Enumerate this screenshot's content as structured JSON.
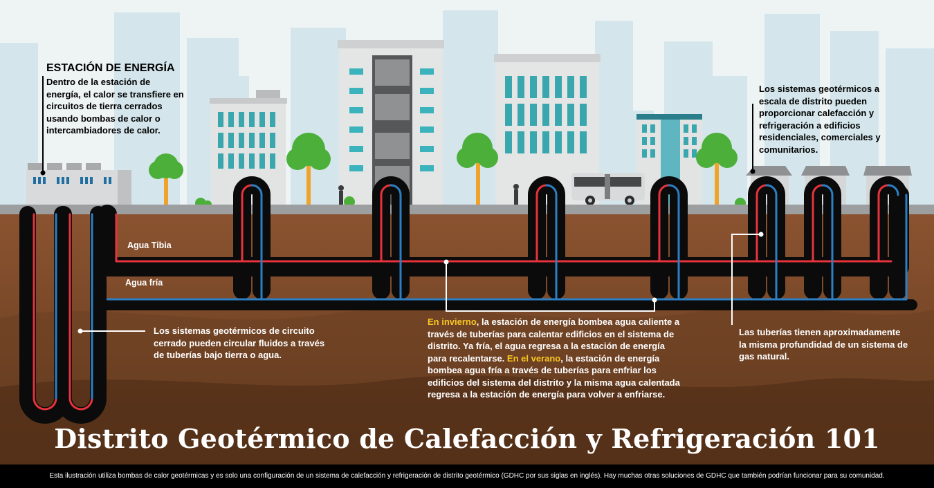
{
  "station": {
    "title": "ESTACIÓN DE ENERGÍA",
    "lines": [
      "Dentro de la estación de",
      "energía, el calor se transfiere en",
      "circuitos de tierra cerrados",
      "usando bombas de calor o",
      "intercambiadores de calor."
    ]
  },
  "district": {
    "lines": [
      "Los sistemas geotérmicos a",
      "escala de distrito pueden",
      "proporcionar calefacción y",
      "refrigeración a edificios",
      "residenciales, comerciales y",
      "comunitarios."
    ]
  },
  "labels": {
    "warm": "Agua Tibia",
    "cold": "Agua fría"
  },
  "closed_loop": {
    "lines": [
      "Los sistemas geotérmicos de circuito",
      "cerrado pueden circular fluidos a través",
      "de tuberías bajo tierra o agua."
    ]
  },
  "seasons": {
    "winter_label": "En invierno",
    "winter_text_1": ", la estación de energía bombea agua caliente a",
    "winter_lines": [
      "través de tuberías para calentar edificios en el sistema de",
      "distrito. Ya fría, el agua regresa a la estación de energía"
    ],
    "winter_last": "para recalentarse. ",
    "summer_label": "En el verano",
    "summer_text_1": ", la estación de energía",
    "summer_lines": [
      "bombea agua fría a través de tuberías para enfriar los",
      "edificios del sistema del distrito y la misma agua calentada",
      "regresa a la estación de energía para volver a enfriarse."
    ]
  },
  "depth": {
    "lines": [
      "Las tuberías tienen aproximadamente",
      "la misma profundidad de un sistema de",
      "gas natural."
    ]
  },
  "title": "Distrito Geotérmico de Calefacción y Refrigeración 101",
  "footer": "Esta ilustración utiliza bombas de calor geotérmicas y es solo una configuración de un sistema de calefacción y refrigeración de distrito geotérmico (GDHC por sus siglas en inglés). Hay muchas otras soluciones de GDHC que también podrían funcionar para su comunidad.",
  "colors": {
    "sky": "#dce9ee",
    "soil_top": "#8b5330",
    "soil_bottom": "#5a3419",
    "pipe_outer": "#0b0b0b",
    "warm_pipe": "#e8333c",
    "cold_pipe": "#2d7fc4",
    "highlight": "#f7c623",
    "tree": "#4caf3a",
    "trunk": "#f0a32a"
  }
}
